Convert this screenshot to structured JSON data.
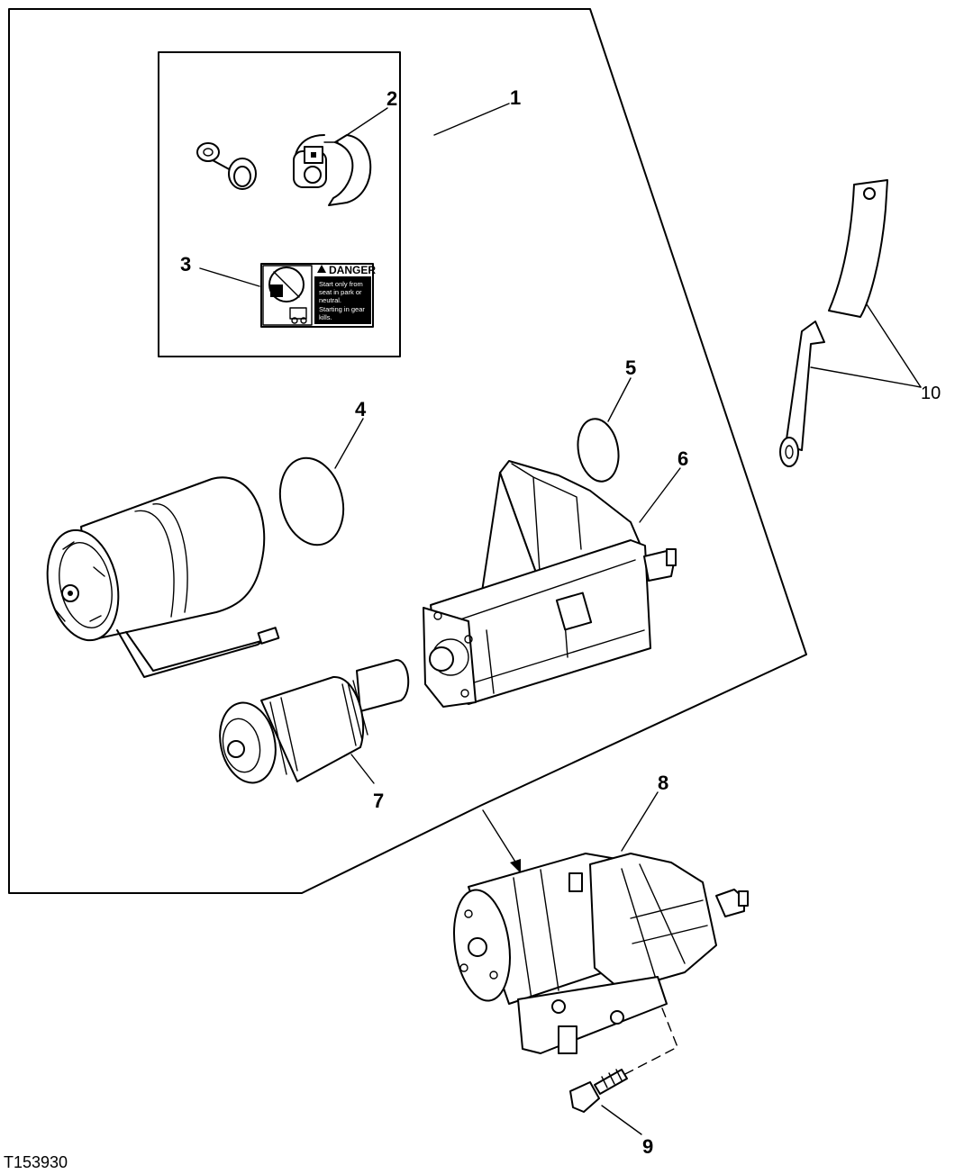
{
  "figure_id": "T153930",
  "callouts": {
    "c1": "1",
    "c2": "2",
    "c3": "3",
    "c4": "4",
    "c5": "5",
    "c6": "6",
    "c7": "7",
    "c8": "8",
    "c9": "9",
    "c10": "10"
  },
  "decal": {
    "heading": "DANGER",
    "line1": "Start only from",
    "line2": "seat in park or",
    "line3": "neutral.",
    "line4": "Starting in gear",
    "line5": "kills."
  }
}
